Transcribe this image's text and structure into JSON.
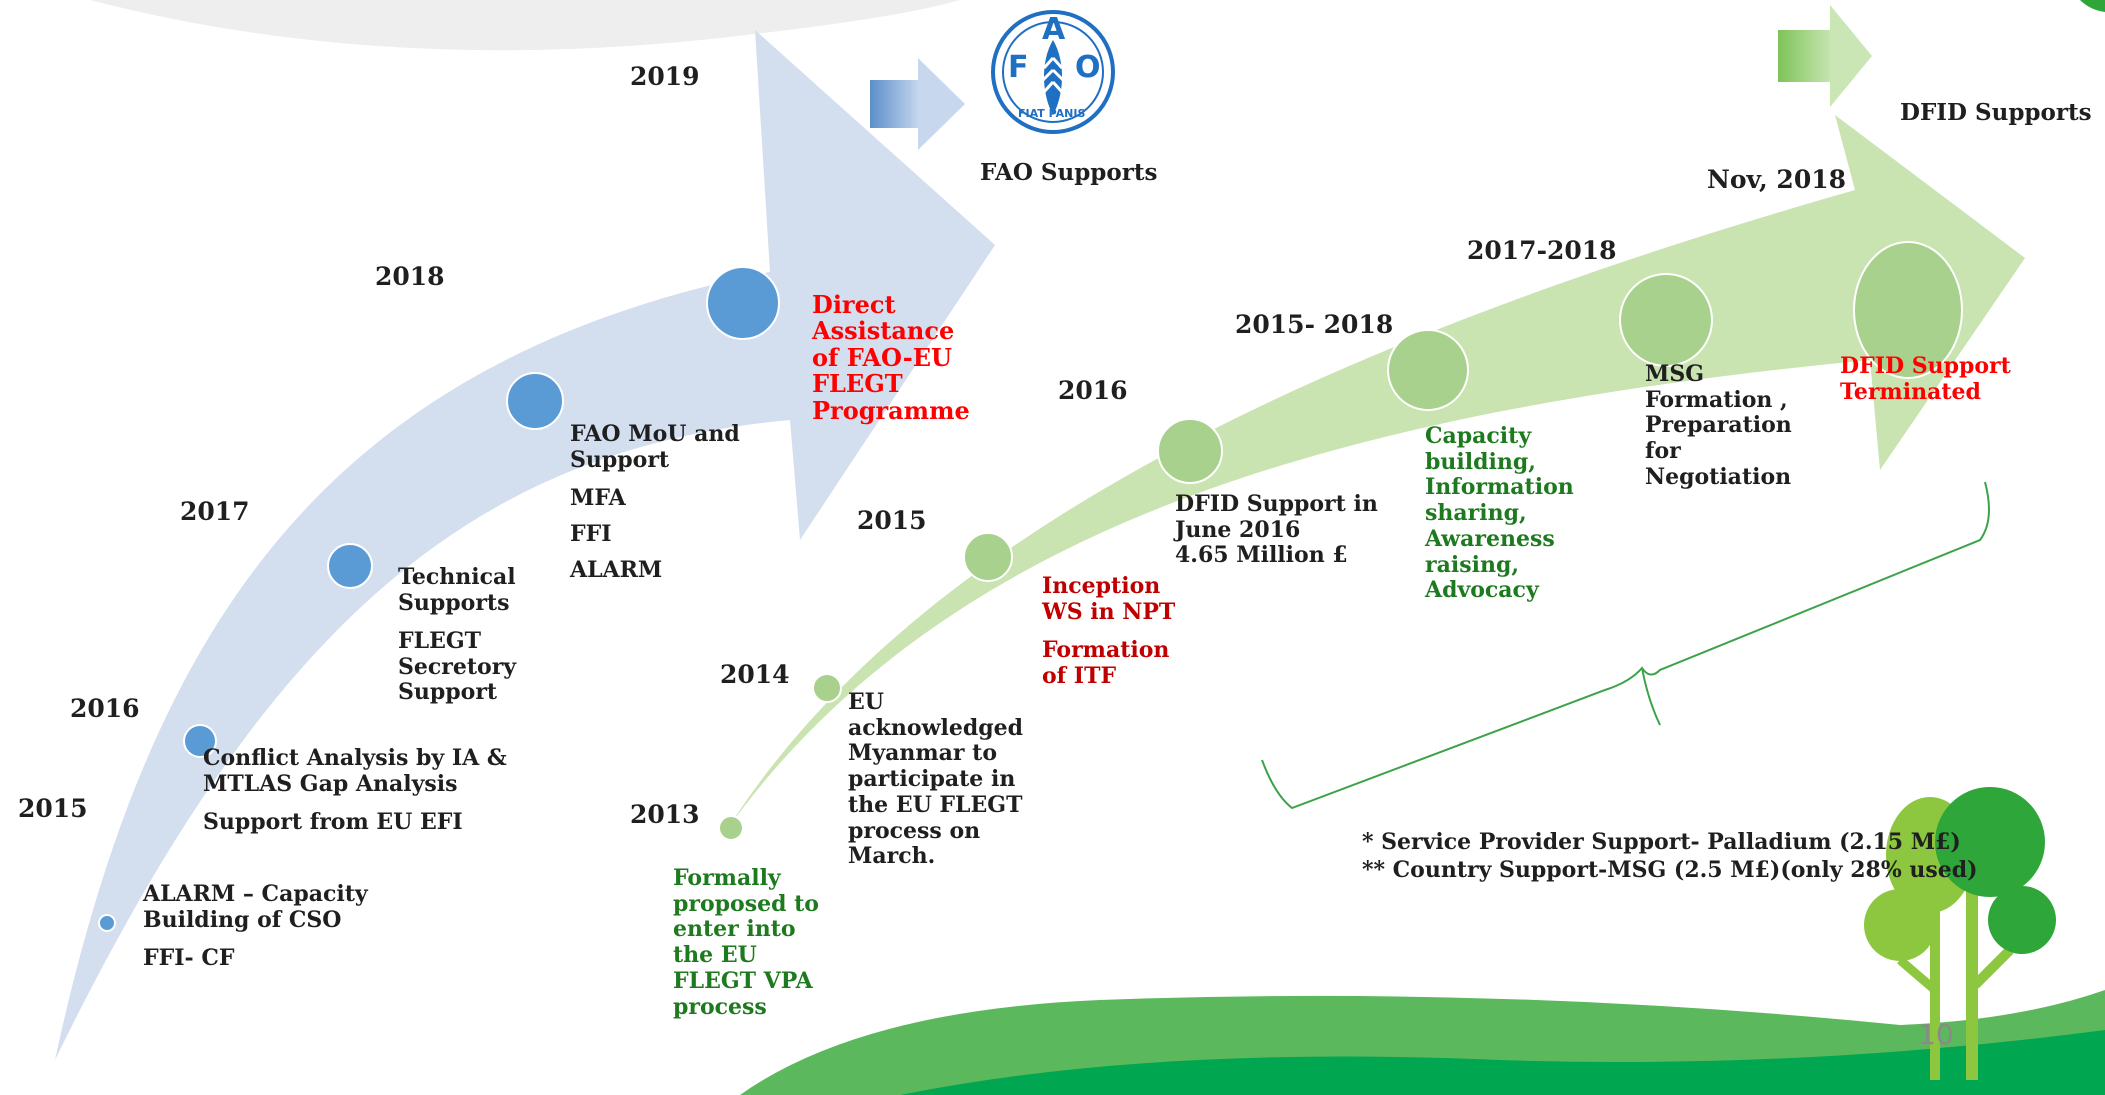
{
  "colors": {
    "blue_arrow": "#d3deef",
    "green_arrow": "#c9e3b1",
    "blue_dot": "#5b9bd5",
    "green_dot": "#a9d18e",
    "red_text": "#ff0000",
    "dark_red_text": "#c00000",
    "green_text": "#1e7a1e",
    "hill_green": "#00a650"
  },
  "icons": [
    "fao-logo",
    "blue-arrow-icon",
    "green-arrow-icon",
    "tree-icon"
  ],
  "eu_timeline": {
    "years": [
      "2015",
      "2016",
      "2017",
      "2018",
      "2019"
    ],
    "items": {
      "alarm": "ALARM – Capacity\nBuilding of CSO",
      "ffi_cf": "FFI- CF",
      "conflict": "Conflict Analysis by IA &\nMTLAS Gap Analysis",
      "efi": "Support from EU EFI",
      "technical": "Technical\nSupports",
      "flegt_secretory": "FLEGT\nSecretory\nSupport",
      "fao_mou": "FAO MoU and\nSupport",
      "mfa": "MFA",
      "ffi": "FFI",
      "alarm2": "ALARM",
      "direct": "Direct\nAssistance\nof FAO-EU\nFLEGT\nProgramme"
    },
    "fao_label": "FAO Supports",
    "fao_logo_text": {
      "f": "F",
      "a": "A",
      "o": "O",
      "motto": "FIAT PANIS"
    }
  },
  "dfid_timeline": {
    "years": [
      "2013",
      "2014",
      "2015",
      "2016",
      "2015- 2018",
      "2017-2018",
      "Nov, 2018"
    ],
    "items": {
      "formally": "Formally\nproposed to\nenter into\nthe EU\nFLEGT VPA\nprocess",
      "eu_ack": "EU\nacknowledged\nMyanmar to\nparticipate in\nthe EU FLEGT\nprocess on\nMarch.",
      "inception": "Inception\nWS in NPT",
      "itf": "Formation\nof ITF",
      "dfid_support": "DFID Support in\nJune 2016\n4.65 Million £",
      "capacity": "Capacity\nbuilding,\nInformation\nsharing,\nAwareness\nraising,\nAdvocacy",
      "msg": "MSG\nFormation ,\nPreparation\nfor\nNegotiation",
      "terminated": "DFID Support\nTerminated"
    },
    "dfid_label": "DFID Supports"
  },
  "notes": [
    "* Service Provider Support- Palladium (2.15 M£)",
    "** Country Support-MSG (2.5 M£)(only 28% used)"
  ],
  "page_number": "10"
}
